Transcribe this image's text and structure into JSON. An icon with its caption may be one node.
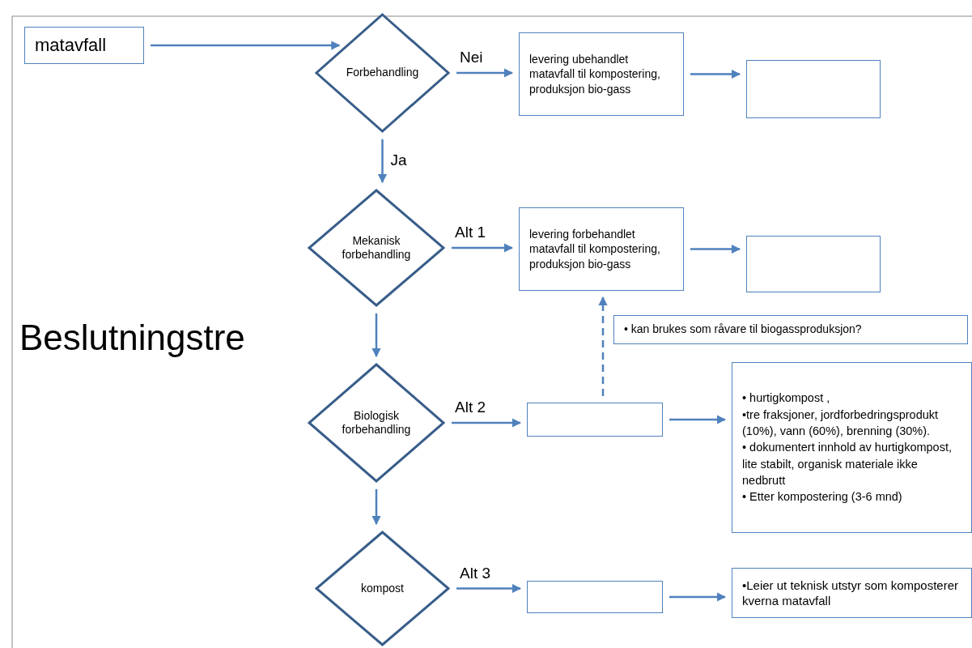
{
  "diagram": {
    "nodes": [
      {
        "text": [
          "matavfall"
        ]
      },
      {
        "text": [
          "Forbehandling"
        ]
      },
      {
        "text": [
          "levering  ubehandlet matavfall til kompostering, produksjon bio-gass"
        ]
      },
      {
        "text": [],
        "shape": "box"
      },
      {
        "text": [
          "Mekanisk forbehandling"
        ]
      },
      {
        "text": [
          "levering  forbehandlet matavfall til kompostering, produksjon bio-gass"
        ]
      },
      {
        "text": [],
        "shape": "box"
      },
      {
        "text": [
          "• kan brukes som råvare til biogassproduksjon?"
        ]
      },
      {
        "text": [
          "Biologisk forbehandling"
        ]
      },
      {
        "text": [],
        "shape": "box"
      },
      {
        "text": [
          "• hurtigkompost ,",
          "•tre fraksjoner, jordforbedringsprodukt (10%), vann (60%), brenning (30%).",
          "• dokumentert innhold av hurtigkompost, lite stabilt, organisk materiale ikke nedbrutt",
          "•  Etter kompostering (3-6 mnd)"
        ]
      },
      {
        "text": [
          "kompost"
        ]
      },
      {
        "text": [],
        "shape": "box"
      },
      {
        "text": [
          "•Leier ut teknisk utstyr som komposterer kverna matavfall"
        ]
      }
    ],
    "edges": [
      {
        "from": 0,
        "to": 1,
        "arrow": "to"
      },
      {
        "from": 1,
        "to": 2,
        "arrow": "to",
        "label": "Nei"
      },
      {
        "from": 2,
        "to": 3,
        "arrow": "to"
      },
      {
        "from": 1,
        "to": 4,
        "arrow": "to",
        "label": "Ja"
      },
      {
        "from": 4,
        "to": 5,
        "arrow": "to",
        "label": "Alt 1"
      },
      {
        "from": 5,
        "to": 6,
        "arrow": "to"
      },
      {
        "from": 4,
        "to": 8,
        "arrow": "to"
      },
      {
        "from": 8,
        "to": 9,
        "arrow": "to",
        "label": "Alt 2"
      },
      {
        "from": 9,
        "to": 5,
        "arrow": "to",
        "style": "dashed"
      },
      {
        "from": 9,
        "to": 10,
        "arrow": "to"
      },
      {
        "from": 8,
        "to": 11,
        "arrow": "to"
      },
      {
        "from": 11,
        "to": 12,
        "arrow": "to",
        "label": "Alt 3"
      },
      {
        "from": 12,
        "to": 13,
        "arrow": "to"
      }
    ],
    "title": "Beslutningstre"
  }
}
